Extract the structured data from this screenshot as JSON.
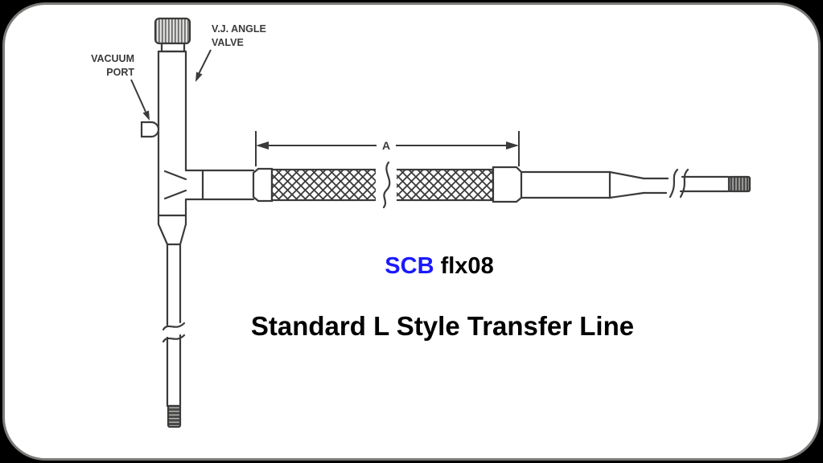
{
  "panel": {
    "background": "#ffffff",
    "border_color": "#7b7b78",
    "page_background": "#000000"
  },
  "diagram": {
    "line_color": "#3a3a3a",
    "labels": {
      "vacuum_port_line1": "VACUUM",
      "vacuum_port_line2": "PORT",
      "valve_line1": "V.J. ANGLE",
      "valve_line2": "VALVE",
      "dimension_label": "A"
    },
    "parts": [
      "vacuum-port",
      "vj-angle-valve",
      "braided-flex-hose",
      "threaded-tips"
    ]
  },
  "caption": {
    "part_number_prefix": "SCB",
    "part_number_suffix": "flx08",
    "part_number_prefix_color": "#1a1aff",
    "part_number_suffix_color": "#000000",
    "title": "Standard L Style Transfer Line"
  }
}
